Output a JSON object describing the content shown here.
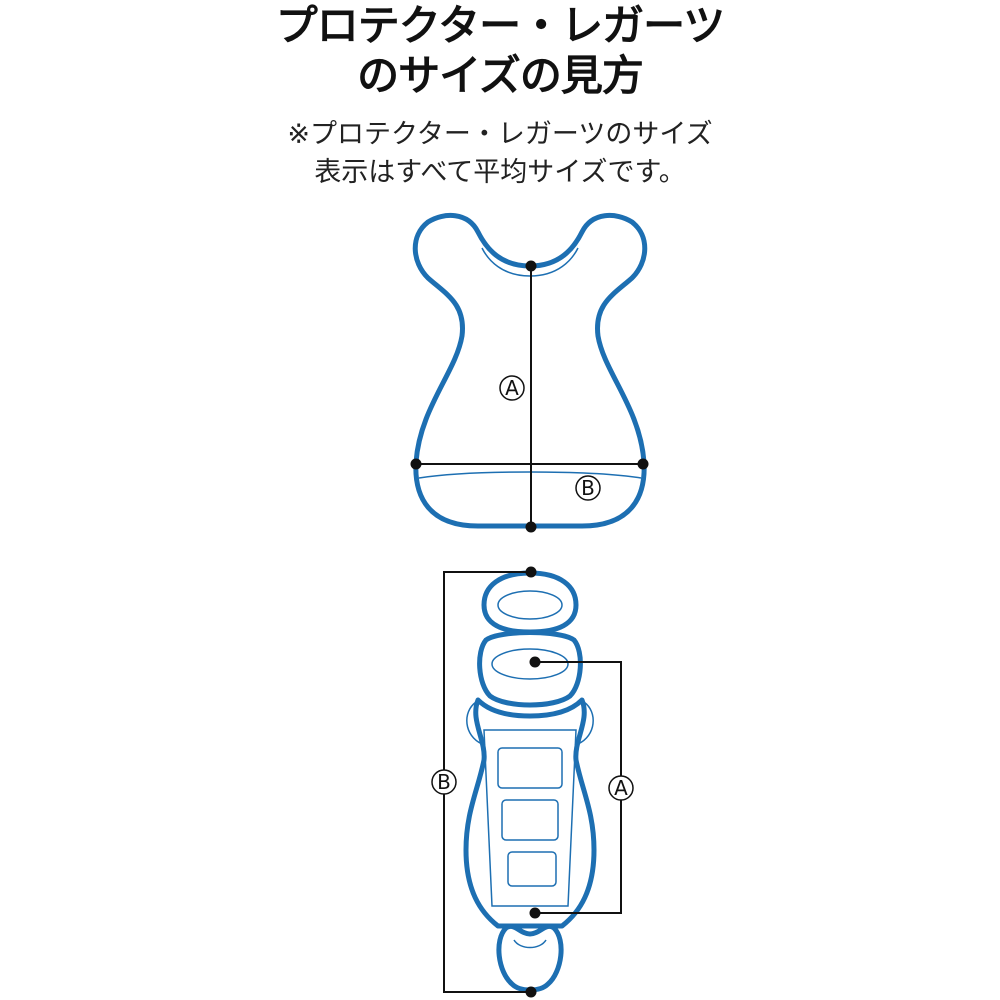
{
  "header": {
    "title_line1": "プロテクター・レガーツ",
    "title_line2": "のサイズの見方"
  },
  "note": {
    "line1": "※プロテクター・レガーツのサイズ",
    "line2": "表示はすべて平均サイズです。"
  },
  "protector": {
    "label_a": "A",
    "label_b": "B"
  },
  "leg_guard": {
    "label_a": "A",
    "label_b": "B"
  },
  "colors": {
    "outline": "#1d6fb2",
    "measure": "#111111"
  }
}
